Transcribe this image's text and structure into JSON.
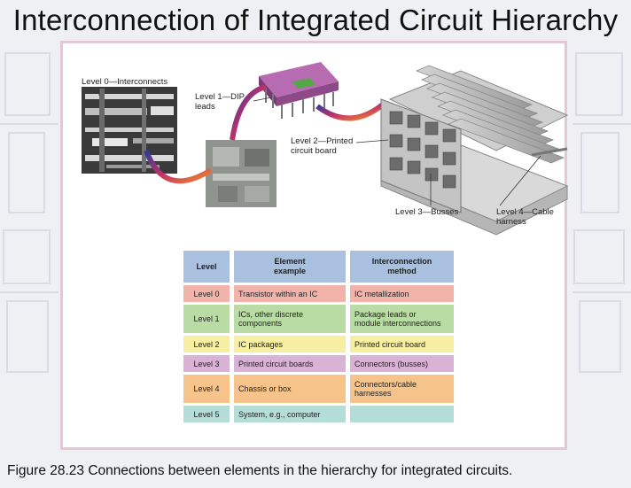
{
  "slide": {
    "title": "Interconnection of Integrated Circuit Hierarchy",
    "caption": "Figure 28.23  Connections between elements in the hierarchy for integrated circuits."
  },
  "diagram_labels": {
    "level0": "Level 0—Interconnects",
    "level1": "Level 1—DIP\nleads",
    "level2": "Level 2—Printed\ncircuit board",
    "level3": "Level 3—Busses",
    "level4": "Level 4—Cable\nharness"
  },
  "table": {
    "headers": [
      "Level",
      "Element\nexample",
      "Interconnection\nmethod"
    ],
    "rows": [
      {
        "level": "Level 0",
        "element": "Transistor within an IC",
        "method": "IC metallization",
        "color": "#f2b3ab"
      },
      {
        "level": "Level 1",
        "element": "ICs, other discrete\ncomponents",
        "method": "Package leads or\nmodule interconnections",
        "color": "#b9dca5"
      },
      {
        "level": "Level 2",
        "element": "IC packages",
        "method": "Printed circuit board",
        "color": "#f6eea3"
      },
      {
        "level": "Level 3",
        "element": "Printed circuit boards",
        "method": "Connectors (busses)",
        "color": "#d9b3d6"
      },
      {
        "level": "Level 4",
        "element": "Chassis or box",
        "method": "Connectors/cable\nharnesses",
        "color": "#f6c48a"
      },
      {
        "level": "Level 5",
        "element": "System, e.g., computer",
        "method": "",
        "color": "#b3ddd6"
      }
    ]
  }
}
